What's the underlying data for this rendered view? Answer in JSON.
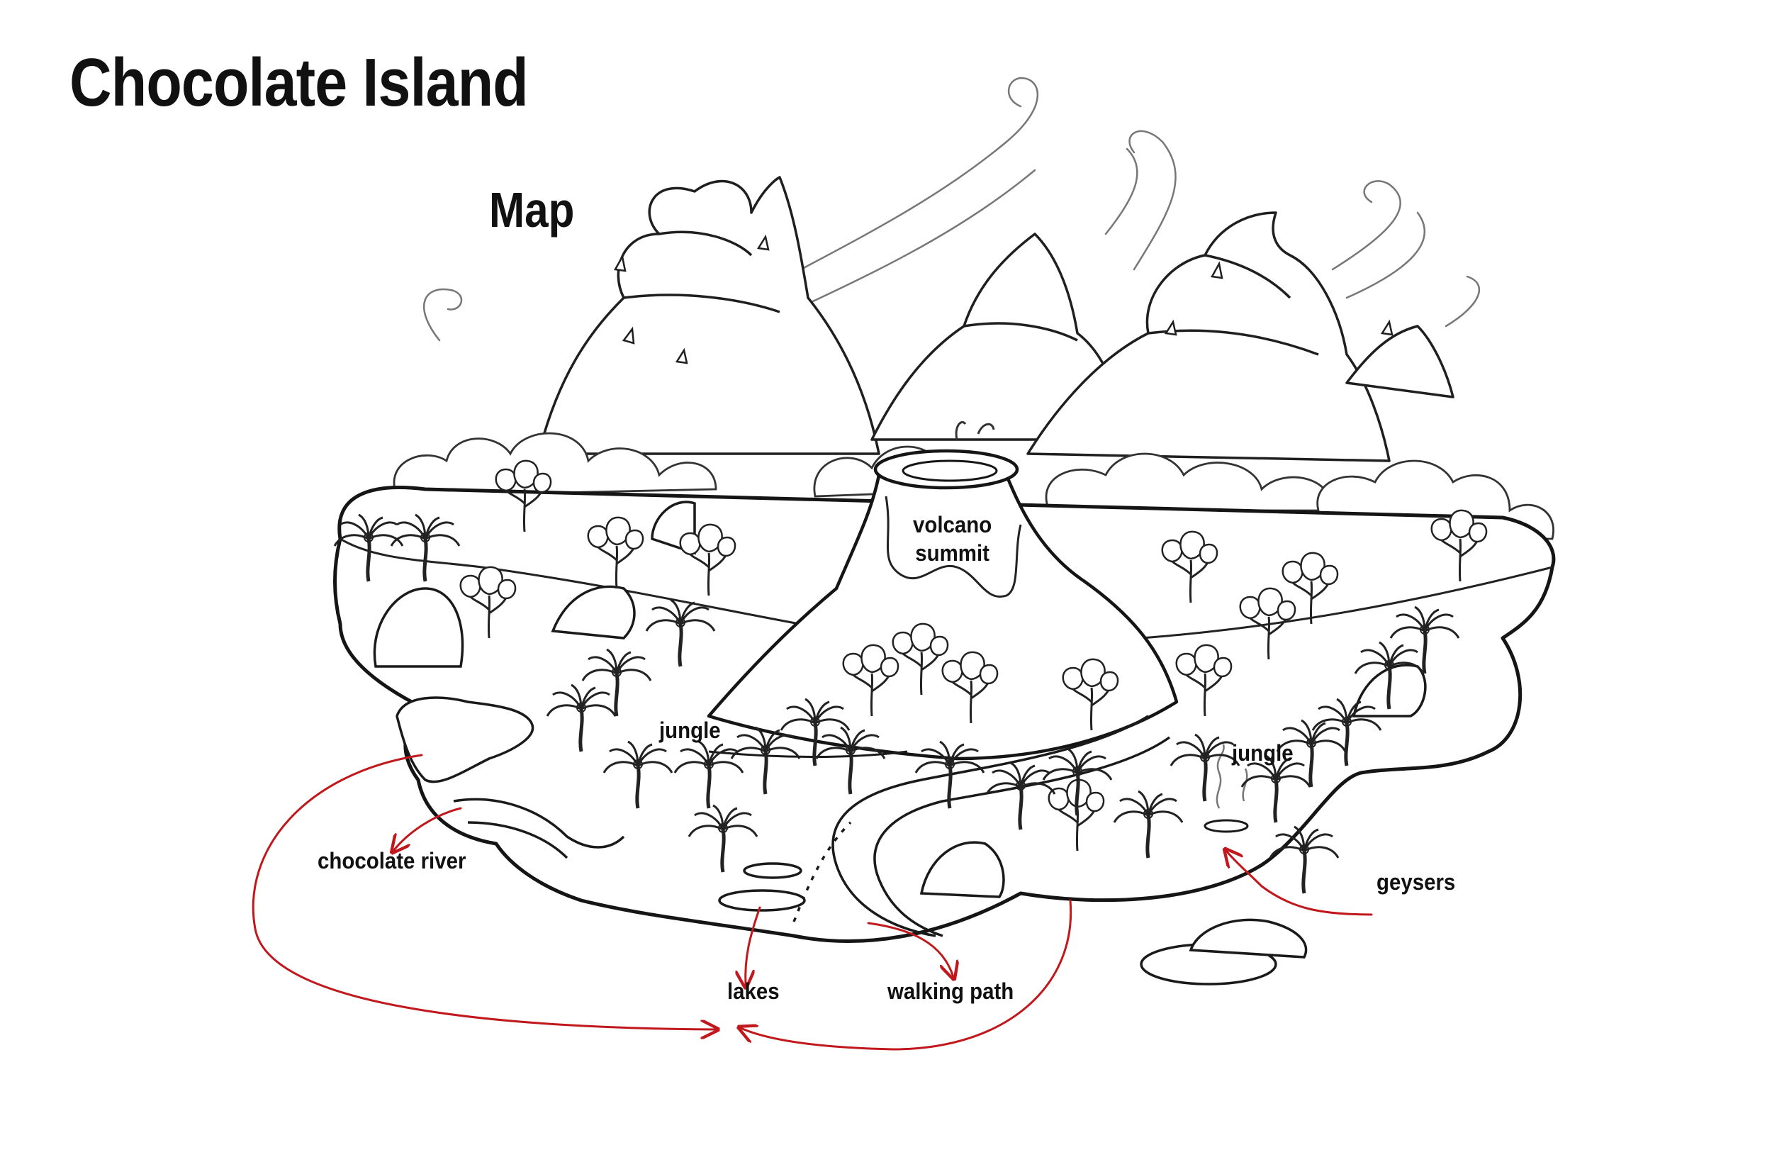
{
  "title": "Chocolate Island",
  "subtitle": "Map",
  "labels": {
    "volcano_line1": "volcano",
    "volcano_line2": "summit",
    "jungle_left": "jungle",
    "jungle_right": "jungle",
    "chocolate_river": "chocolate river",
    "lakes": "lakes",
    "walking_path": "walking path",
    "geysers": "geysers"
  },
  "colors": {
    "ink": "#1a1a1a",
    "sketch": "#555555",
    "annotation_arrow": "#c0181c"
  }
}
